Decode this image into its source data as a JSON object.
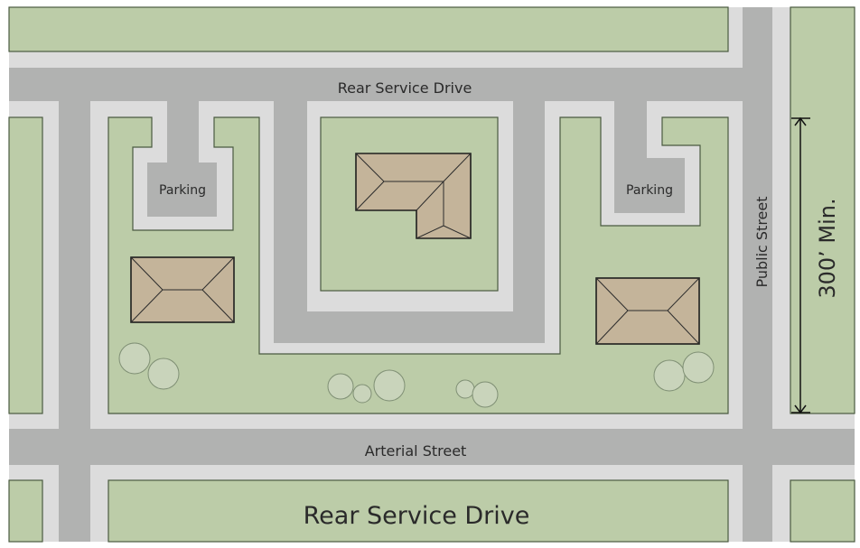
{
  "labels": {
    "top_drive": "Rear Service Drive",
    "arterial": "Arterial Street",
    "public_street": "Public Street",
    "bottom_drive": "Rear Service Drive",
    "parking_left": "Parking",
    "parking_right": "Parking",
    "dimension": "300’ Min."
  },
  "colors": {
    "lawn": "#bccca8",
    "sidewalk": "#dcdcdc",
    "road": "#b1b2b1",
    "roof": "#c4b49a"
  }
}
